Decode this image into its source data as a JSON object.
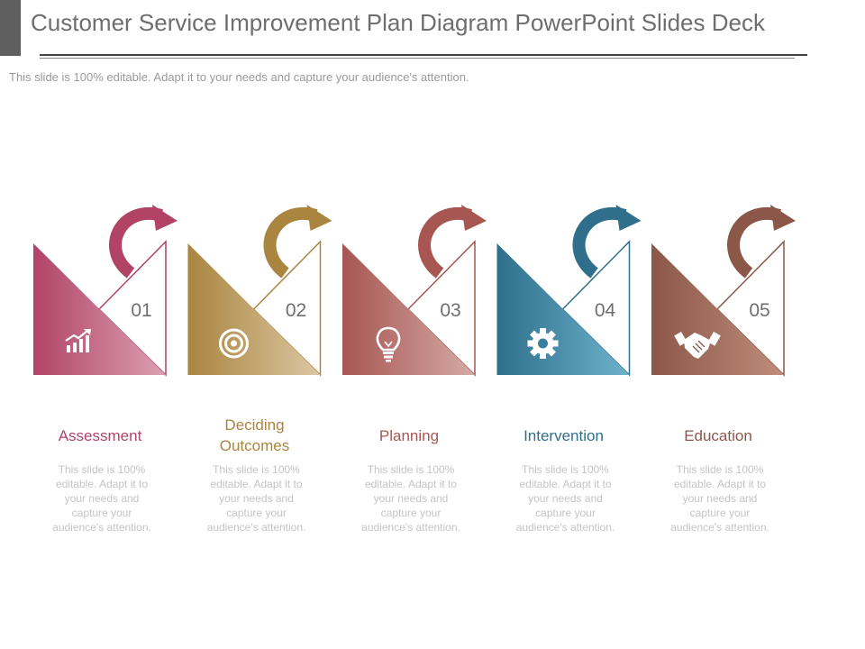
{
  "header": {
    "title": "Customer Service Improvement Plan Diagram PowerPoint Slides Deck",
    "subtitle": "This slide is 100% editable. Adapt it to your needs and capture your audience's attention."
  },
  "steps": [
    {
      "number": "01",
      "label": "Assessment",
      "description": "This slide is 100% editable. Adapt it to your needs and capture your audience's attention.",
      "icon": "growth-chart-icon",
      "color": "#b14466",
      "color_light": "#dca0b2"
    },
    {
      "number": "02",
      "label": "Deciding Outcomes",
      "description": "This slide is 100% editable. Adapt it to your needs and capture your audience's attention.",
      "icon": "target-icon",
      "color": "#a9853f",
      "color_light": "#dcc7a3"
    },
    {
      "number": "03",
      "label": "Planning",
      "description": "This slide is 100% editable. Adapt it to your needs and capture your audience's attention.",
      "icon": "lightbulb-icon",
      "color": "#a75652",
      "color_light": "#d5aaa6"
    },
    {
      "number": "04",
      "label": "Intervention",
      "description": "This slide is 100% editable. Adapt it to your needs and capture your audience's attention.",
      "icon": "gear-icon",
      "color": "#2f6f8b",
      "color_light": "#6db2cc"
    },
    {
      "number": "05",
      "label": "Education",
      "description": "This slide is 100% editable. Adapt it to your needs and capture your audience's attention.",
      "icon": "handshake-icon",
      "color": "#8b5748",
      "color_light": "#c08e7b"
    }
  ]
}
